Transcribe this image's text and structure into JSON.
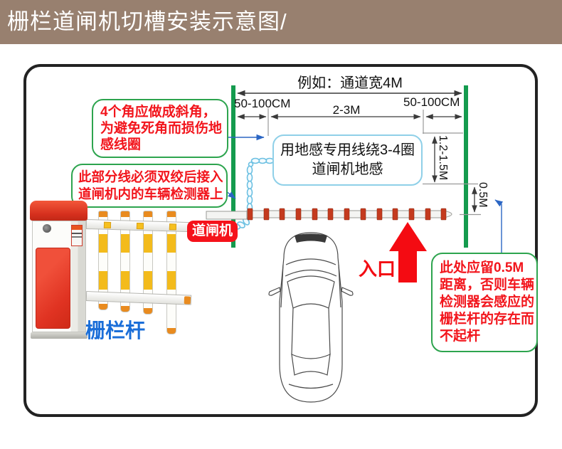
{
  "header": {
    "title": "栅栏道闸机切槽安装示意图/"
  },
  "dims": {
    "channel": "例如：通道宽4M",
    "left": "50-100CM",
    "mid": "2-3M",
    "right": "50-100CM",
    "loop_height": "1.2-1.5M",
    "gap": "0.5M"
  },
  "loop_box": [
    "用地感专用线绕3-4圈",
    "道闸机地感"
  ],
  "notes": {
    "corners": [
      "4个角应做成斜角，",
      "为避免死角而损伤地",
      "感线圈"
    ],
    "twist": [
      "此部分线必须双绞后接入",
      "道闸机内的车辆检测器上"
    ],
    "gap": [
      "此处应留0.5M",
      "距离，否则车辆",
      "检测器会感应的",
      "栅栏杆的存在而",
      "不起杆"
    ]
  },
  "labels": {
    "gate": "道闸机",
    "entrance": "入口",
    "fence": "栅栏杆"
  },
  "colors": {
    "header_bg": "#98806F",
    "lane_green": "#149b4e",
    "note_text_red": "#f2151c",
    "note_border_green": "#2da44e",
    "loop_border_blue": "#8fd0e8",
    "entrance_arrow_red": "#f40b12",
    "arm_tick_red": "#c43a1e",
    "fence_label_blue": "#1a6ed8",
    "gate_label_red": "#f5121b"
  }
}
